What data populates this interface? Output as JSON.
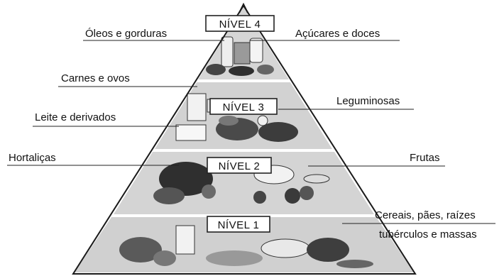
{
  "levels": [
    {
      "label": "NÍVEL 4",
      "groups": [
        "Óleos e gorduras",
        "Açúcares e doces"
      ]
    },
    {
      "label": "NÍVEL 3",
      "groups": [
        "Carnes e ovos",
        "Leite e derivados",
        "Leguminosas"
      ]
    },
    {
      "label": "NÍVEL 2",
      "groups": [
        "Hortaliças",
        "Frutas"
      ]
    },
    {
      "label": "NÍVEL 1",
      "groups": [
        "Cereais, pães, raízes",
        "tubérculos e massas"
      ]
    }
  ],
  "labels": {
    "oleos": "Óleos e gorduras",
    "acucares": "Açúcares e doces",
    "carnes": "Carnes e ovos",
    "leite": "Leite e derivados",
    "leguminosas": "Leguminosas",
    "hortalicas": "Hortaliças",
    "frutas": "Frutas",
    "cereais_line1": "Cereais, pães, raízes",
    "cereais_line2": "tubérculos e massas"
  },
  "colors": {
    "tier_fill": "#d2d2d2",
    "pyramid_outline": "#1a1a1a",
    "food_dark": "#3a3a3a",
    "food_mid": "#7a7a7a",
    "food_light": "#eeeeee"
  }
}
